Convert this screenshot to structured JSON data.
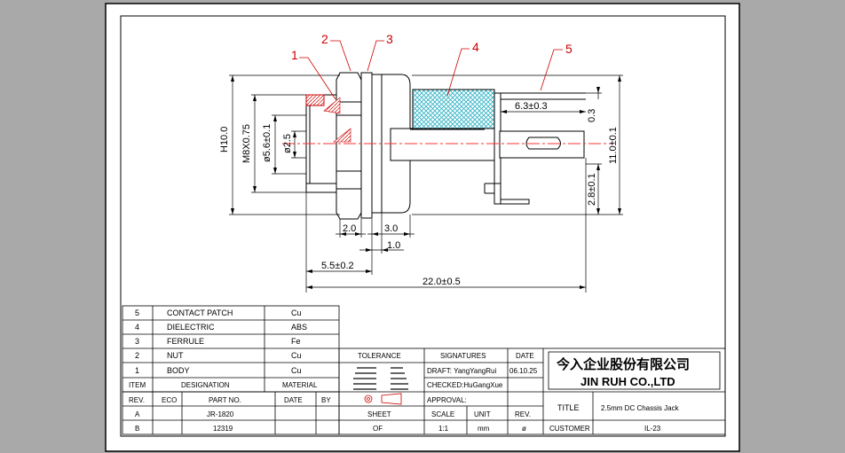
{
  "balloons": [
    "1",
    "2",
    "3",
    "4",
    "5"
  ],
  "dimensions": {
    "h10": "H10.0",
    "m8": "M8X0.75",
    "d56": "ø5.6±0.1",
    "d25": "ø2.5",
    "d63": "6.3±0.3",
    "d03": "0.3",
    "d110": "11.0±0.1",
    "d28": "2.8±0.1",
    "d20": "2.0",
    "d30": "3.0",
    "d10": "1.0",
    "d55": "5.5±0.2",
    "d220": "22.0±0.5"
  },
  "bom": {
    "rows": [
      {
        "no": "5",
        "name": "CONTACT PATCH",
        "material": "Cu"
      },
      {
        "no": "4",
        "name": "DIELECTRIC",
        "material": "ABS"
      },
      {
        "no": "3",
        "name": "FERRULE",
        "material": "Fe"
      },
      {
        "no": "2",
        "name": "NUT",
        "material": "Cu"
      },
      {
        "no": "1",
        "name": "BODY",
        "material": "Cu"
      }
    ],
    "header": {
      "item": "ITEM",
      "designation": "DESIGNATION",
      "material": "MATERIAL"
    }
  },
  "revision": {
    "header": {
      "rev": "REV.",
      "eco": "ECO",
      "part_no": "PART NO.",
      "date": "DATE",
      "by": "BY"
    },
    "rows": [
      {
        "rev": "A",
        "part_no": "JR-1820"
      },
      {
        "rev": "B",
        "part_no": "12319"
      }
    ]
  },
  "tolerance": {
    "label": "TOLERANCE",
    "sheet_label": "SHEET",
    "sheet_value": "OF"
  },
  "signatures": {
    "label": "SIGNATURES",
    "date_label": "DATE",
    "draft": "DRAFT: YangYangRui",
    "date": "06.10.25",
    "checked": "CHECKED:HuGangXue",
    "approval": "APPROVAL:",
    "scale_label": "SCALE",
    "scale": "1:1",
    "unit_label": "UNIT",
    "unit": "mm",
    "rev_label": "REV.",
    "rev": "ø"
  },
  "company": {
    "name_cn": "今入企业股份有限公司",
    "name_en": "JIN RUH CO.,LTD"
  },
  "title_block": {
    "title_label": "TITLE",
    "title": "2.5mm DC Chassis Jack",
    "customer_label": "CUSTOMER",
    "customer": "IL-23"
  },
  "colors": {
    "frame_bg": "#ffffff",
    "outer_bg": "#a9a9a9",
    "balloon": "#cc0000",
    "hatch": "#2fb3c4",
    "centerline": "#ff3333"
  }
}
